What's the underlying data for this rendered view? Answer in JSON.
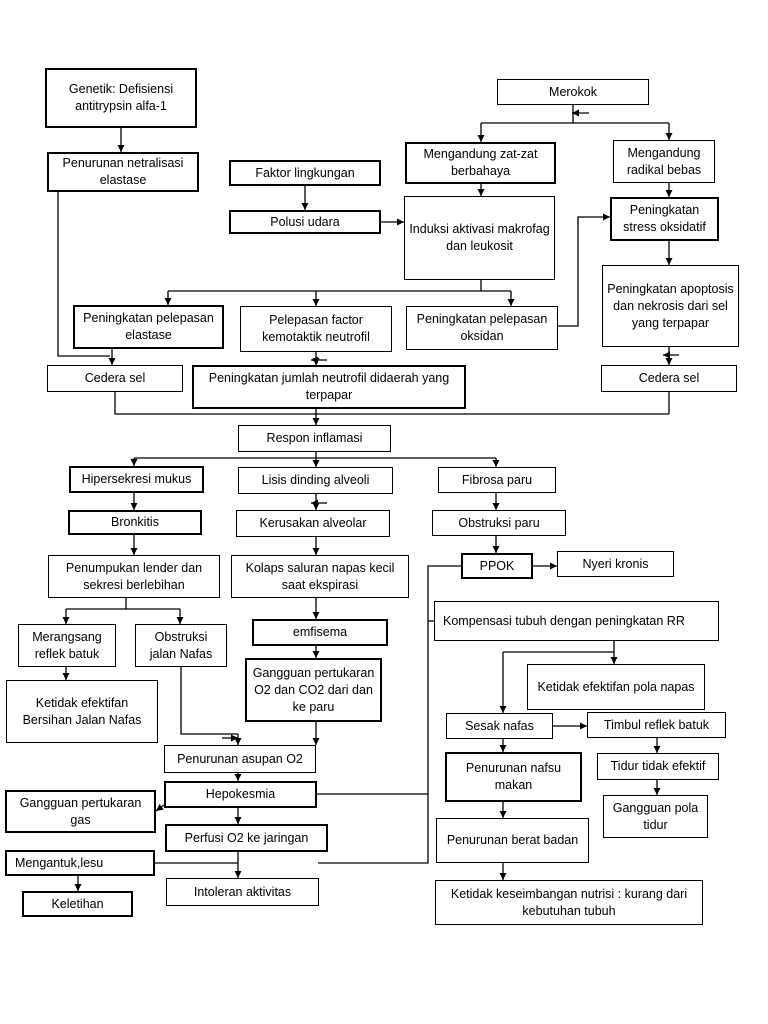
{
  "nodes": {
    "genetik": "Genetik: Defisiensi antitrypsin alfa-1",
    "merokok": "Merokok",
    "penurunan_netralisasi": "Penurunan netralisasi elastase",
    "faktor_lingkungan": "Faktor lingkungan",
    "zat_berbahaya": "Mengandung zat-zat berbahaya",
    "radikal_bebas": "Mengandung radikal bebas",
    "polusi_udara": "Polusi udara",
    "induksi": "Induksi aktivasi makrofag dan leukosit",
    "stress_oksidatif": "Peningkatan stress oksidatif",
    "apoptosis": "Peningkatan apoptosis dan nekrosis dari sel yang terpapar",
    "pelepasan_elastase": "Peningkatan pelepasan elastase",
    "faktor_kemotaktik": "Pelepasan factor kemotaktik neutrofil",
    "pelepasan_oksidan": "Peningkatan pelepasan oksidan",
    "cedera_sel_kiri": "Cedera sel",
    "jumlah_neutrofil": "Peningkatan jumlah neutrofil didaerah yang terpapar",
    "cedera_sel_kanan": "Cedera sel",
    "respon_inflamasi": "Respon inflamasi",
    "hipersekresi": "Hipersekresi mukus",
    "lisis": "Lisis dinding alveoli",
    "fibrosa": "Fibrosa paru",
    "bronkitis": "Bronkitis",
    "kerusakan_alveolar": "Kerusakan alveolar",
    "obstruksi_paru": "Obstruksi paru",
    "penumpukan_lender": "Penumpukan lender dan sekresi berlebihan",
    "kolaps": "Kolaps saluran napas kecil saat ekspirasi",
    "ppok": "PPOK",
    "nyeri_kronis": "Nyeri kronis",
    "kompensasi": "Kompensasi tubuh dengan peningkatan RR",
    "refleks_batuk": "Merangsang reflek batuk",
    "obstruksi_jalan": "Obstruksi jalan Nafas",
    "emfisema": "emfisema",
    "pola_napas": "Ketidak efektifan pola napas",
    "bersihan_jalan": "Ketidak efektifan Bersihan Jalan Nafas",
    "gangguan_pertukaran_o2": "Gangguan pertukaran O2 dan CO2 dari dan ke paru",
    "sesak_nafas": "Sesak nafas",
    "timbul_refleks": "Timbul reflek batuk",
    "asupan_o2": "Penurunan asupan O2",
    "nafsu_makan": "Penurunan nafsu makan",
    "tidur_tidak_efektif": "Tidur tidak efektif",
    "hipoksemia": "Hepokesmia",
    "gangguan_pertukaran_gas": "Gangguan pertukaran gas",
    "pola_tidur": "Gangguan pola tidur",
    "perfusi": "Perfusi O2 ke jaringan",
    "berat_badan": "Penurunan berat badan",
    "mengantuk": "Mengantuk,lesu",
    "intoleran": "Intoleran aktivitas",
    "keletihan": "Keletihan",
    "nutrisi": "Ketidak keseimbangan nutrisi : kurang dari kebutuhan tubuh"
  }
}
